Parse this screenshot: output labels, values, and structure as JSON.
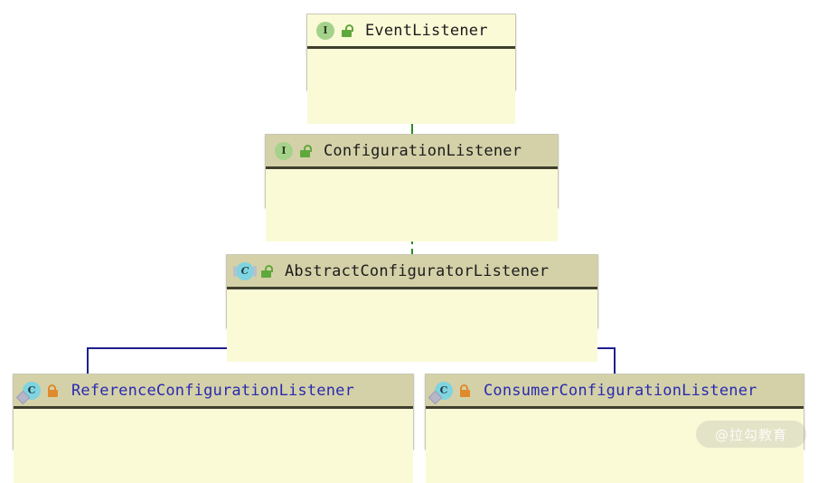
{
  "diagram": {
    "title": "UML class hierarchy diagram",
    "background_color": "#ffffff",
    "colors": {
      "header_olive": "#d4d1a8",
      "body_cream": "#fafad7",
      "border": "#c8c8b4",
      "separator": "#3f3f2e",
      "interface_icon": "#a5d28b",
      "class_icon": "#7fd4e0",
      "lock_public": "#5fa83c",
      "lock_protected": "#e08a2e",
      "realization_edge": "#2e8b23",
      "inheritance_edge": "#1f1f8f",
      "name_text": "#1c1c1c",
      "name_text_blue": "#2a2ab0"
    },
    "nodes": [
      {
        "id": "event-listener",
        "name": "EventListener",
        "stereotype": "I",
        "kind": "interface",
        "type_icon": "interface-icon",
        "visibility_icon": "unlocked-padlock-icon",
        "visibility": "public",
        "header_style": "cream",
        "text_color": "dark"
      },
      {
        "id": "configuration-listener",
        "name": "ConfigurationListener",
        "stereotype": "I",
        "kind": "interface",
        "type_icon": "interface-icon",
        "visibility_icon": "unlocked-padlock-icon",
        "visibility": "public",
        "header_style": "olive",
        "text_color": "dark"
      },
      {
        "id": "abstract-configurator-listener",
        "name": "AbstractConfiguratorListener",
        "stereotype": "C",
        "kind": "abstract-class",
        "type_icon": "abstract-class-icon",
        "visibility_icon": "unlocked-padlock-icon",
        "visibility": "public",
        "header_style": "olive",
        "text_color": "dark"
      },
      {
        "id": "reference-configuration-listener",
        "name": "ReferenceConfigurationListener",
        "stereotype": "C",
        "kind": "class",
        "type_icon": "class-icon",
        "visibility_icon": "locked-padlock-icon",
        "visibility": "package-private",
        "header_style": "olive",
        "text_color": "blue"
      },
      {
        "id": "consumer-configuration-listener",
        "name": "ConsumerConfigurationListener",
        "stereotype": "C",
        "kind": "class",
        "type_icon": "class-icon",
        "visibility_icon": "locked-padlock-icon",
        "visibility": "package-private",
        "header_style": "olive",
        "text_color": "blue"
      }
    ],
    "edges": [
      {
        "from": "configuration-listener",
        "to": "event-listener",
        "style": "solid",
        "relation": "extends",
        "color": "#2e8b23"
      },
      {
        "from": "abstract-configurator-listener",
        "to": "configuration-listener",
        "style": "dashed",
        "relation": "implements",
        "color": "#2e8b23"
      },
      {
        "from": "reference-configuration-listener",
        "to": "abstract-configurator-listener",
        "style": "solid",
        "relation": "extends",
        "color": "#1f1f8f"
      },
      {
        "from": "consumer-configuration-listener",
        "to": "abstract-configurator-listener",
        "style": "solid",
        "relation": "extends",
        "color": "#1f1f8f"
      }
    ]
  },
  "watermark": {
    "text": "@拉勾教育"
  }
}
